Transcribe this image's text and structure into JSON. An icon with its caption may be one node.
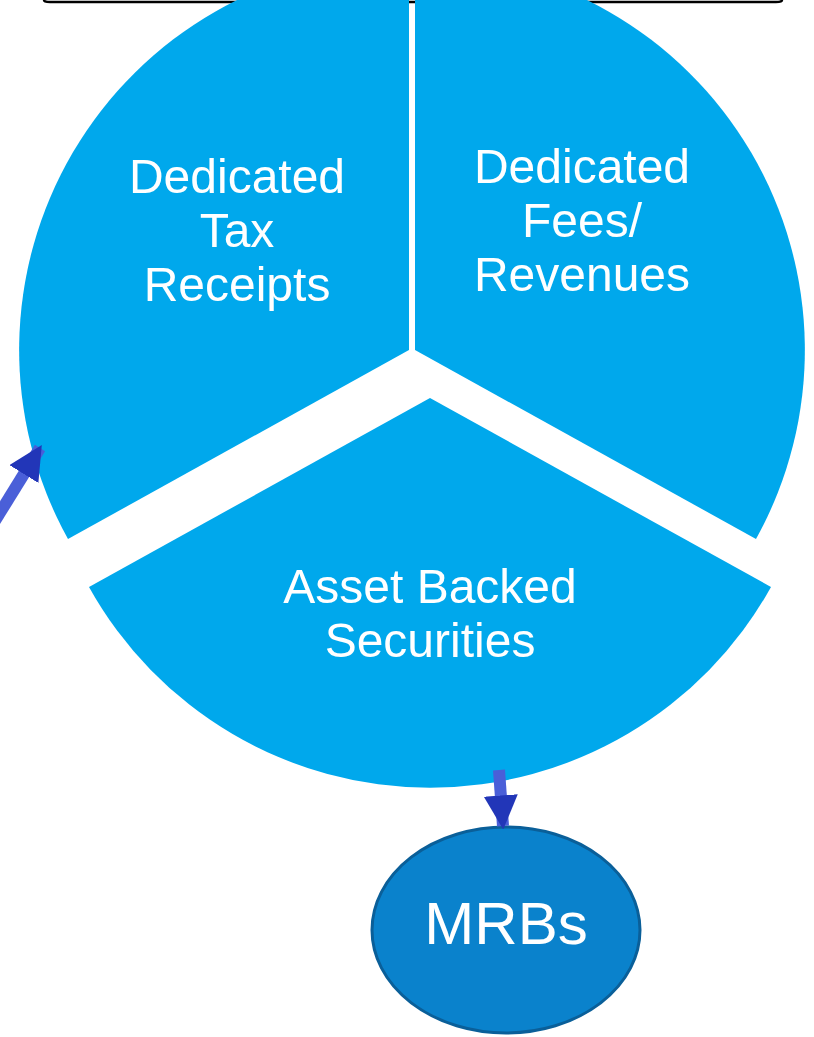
{
  "diagram": {
    "nodes": [
      {
        "text": [
          "Dedicated Tax Receipts"
        ]
      },
      {
        "text": [
          "Dedicated Fees/ Revenues"
        ]
      },
      {
        "text": [
          "Asset Backed Securities"
        ]
      },
      {
        "text": [
          "MRBs"
        ]
      }
    ],
    "edges": [
      {
        "from": null,
        "to": 0,
        "arrow": "to"
      },
      {
        "from": 2,
        "to": 3,
        "arrow": "to"
      }
    ]
  }
}
